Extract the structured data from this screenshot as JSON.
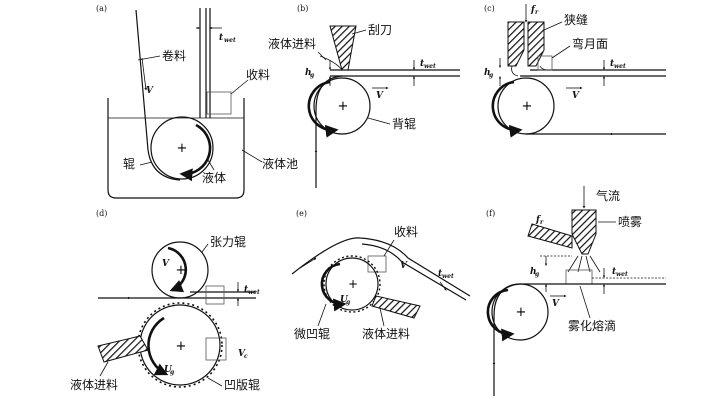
{
  "panels": [
    {
      "id": "a",
      "label": "(a)",
      "texts": {
        "feed": "卷料",
        "collect": "收料",
        "roll": "辊",
        "liquid": "液体",
        "pool": "液体池"
      },
      "symbols": {
        "v": "V",
        "twet": "t",
        "twet_sub": "wet"
      }
    },
    {
      "id": "b",
      "label": "(b)",
      "texts": {
        "liquid_feed": "液体进料",
        "blade": "刮刀",
        "back_roll": "背辊"
      },
      "symbols": {
        "hg": "h",
        "hg_sub": "g",
        "v": "V",
        "twet": "t",
        "twet_sub": "wet"
      }
    },
    {
      "id": "c",
      "label": "(c)",
      "texts": {
        "slot": "狭缝",
        "meniscus": "弯月面"
      },
      "symbols": {
        "fr": "f",
        "fr_sub": "r",
        "hg": "h",
        "hg_sub": "g",
        "v": "V",
        "twet": "t",
        "twet_sub": "wet"
      }
    },
    {
      "id": "d",
      "label": "(d)",
      "texts": {
        "tension": "张力辊",
        "liquid_feed": "液体进料",
        "gravure": "凹版辊"
      },
      "symbols": {
        "v": "V",
        "twet": "t",
        "twet_sub": "wet",
        "vc": "V",
        "vc_sub": "c",
        "ug": "U",
        "ug_sub": "g"
      }
    },
    {
      "id": "e",
      "label": "(e)",
      "texts": {
        "collect": "收料",
        "micro": "微凹辊",
        "liquid_feed": "液体进料"
      },
      "symbols": {
        "v": "V",
        "twet": "t",
        "twet_sub": "wet",
        "ug": "U",
        "ug_sub": "g"
      }
    },
    {
      "id": "f",
      "label": "(f)",
      "texts": {
        "airflow": "气流",
        "spray": "喷雾",
        "droplets": "雾化熔滴"
      },
      "symbols": {
        "fr": "f",
        "fr_sub": "r",
        "hg": "h",
        "hg_sub": "g",
        "v": "V",
        "twet": "t",
        "twet_sub": "wet"
      }
    }
  ]
}
